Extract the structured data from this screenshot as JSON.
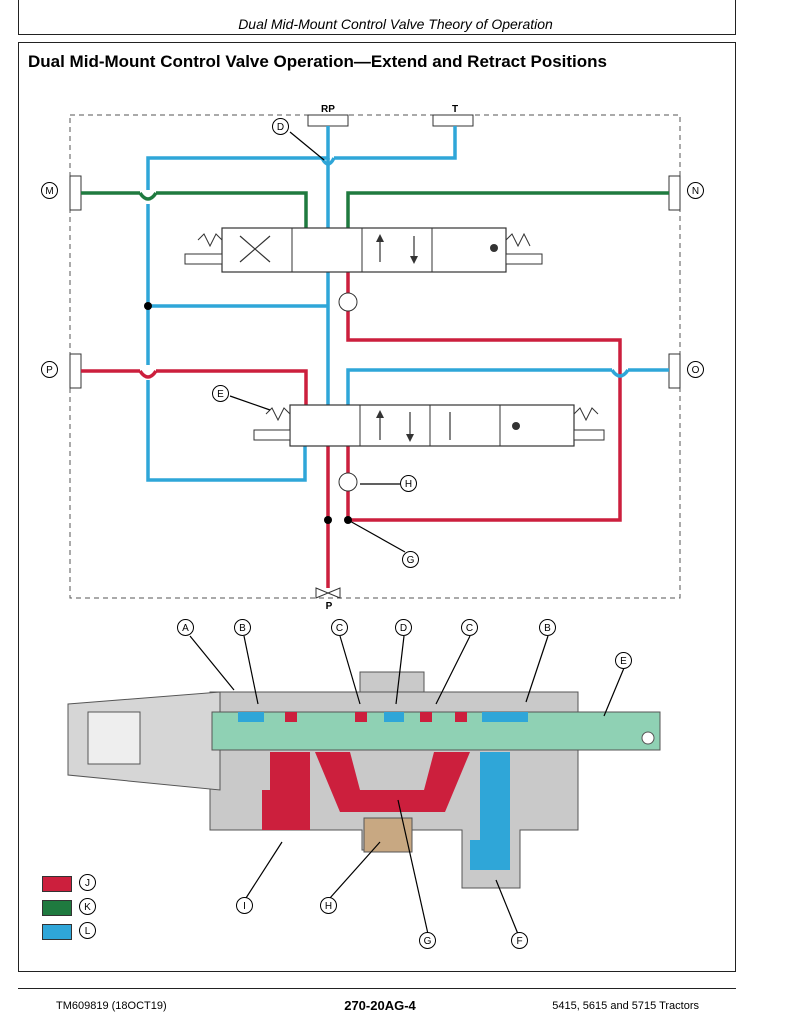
{
  "header": {
    "title": "Dual Mid-Mount Control Valve Theory of Operation"
  },
  "figure": {
    "title": "Dual Mid-Mount Control Valve Operation—Extend and Retract Positions",
    "port_labels": {
      "rp": "RP",
      "t": "T",
      "p": "P"
    },
    "callouts": [
      "D",
      "M",
      "N",
      "P",
      "O",
      "E",
      "H",
      "G",
      "I",
      "A",
      "B",
      "C",
      "J",
      "K",
      "L",
      "F"
    ],
    "legend": [
      {
        "key": "J",
        "color": "#cc1f3d"
      },
      {
        "key": "K",
        "color": "#1f7a3f"
      },
      {
        "key": "L",
        "color": "#2fa6d8"
      }
    ],
    "colors": {
      "pressure": "#cc1f3d",
      "work": "#1f7a3f",
      "return": "#2fa6d8",
      "spool": "#8fd1b4",
      "body": "#c9c9c9"
    }
  },
  "footer": {
    "left": "TM609819 (18OCT19)",
    "center": "270-20AG-4",
    "right": "5415, 5615 and 5715 Tractors"
  }
}
